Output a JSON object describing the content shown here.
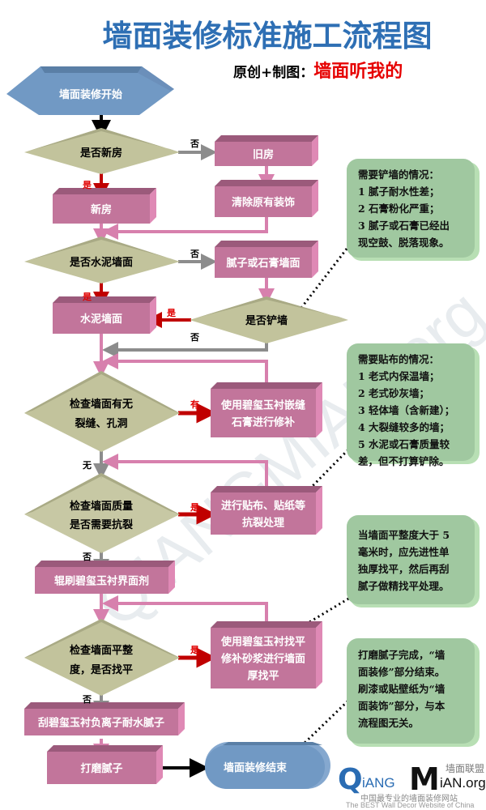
{
  "header": {
    "title": "墙面装修标准施工流程图",
    "credit_label": "原创+制图：",
    "credit_author": "墙面听我的"
  },
  "colors": {
    "process_box": "#c2759b",
    "process_top": "#9b5a7b",
    "process_side": "#df89b5",
    "decision": "#c2c39c",
    "terminal": "#7199c4",
    "note": "#a0c8a0",
    "yes_arrow": "#c00000",
    "no_arrow": "#8c8c8c",
    "title": "#2e6fb4",
    "author": "#e60000"
  },
  "nodes": {
    "start": "墙面装修开始",
    "d_new_house": "是否新房",
    "old_house": "旧房",
    "clear_decor": "清除原有装饰",
    "new_house": "新房",
    "d_cement": "是否水泥墙面",
    "putty_gypsum": "腻子或石膏墙面",
    "cement_wall": "水泥墙面",
    "d_shovel": "是否铲墙",
    "d_cracks_l1": "检查墙面有无",
    "d_cracks_l2": "裂缝、孔洞",
    "fill_cracks_l1": "使用碧玺玉衬嵌缝",
    "fill_cracks_l2": "石膏进行修补",
    "d_quality_l1": "检查墙面质量",
    "d_quality_l2": "是否需要抗裂",
    "anti_crack_l1": "进行贴布、贴纸等",
    "anti_crack_l2": "抗裂处理",
    "primer": "辊刷碧玺玉衬界面剂",
    "d_flat_l1": "检查墙面平整",
    "d_flat_l2": "度，是否找平",
    "level_l1": "使用碧玺玉衬找平",
    "level_l2": "修补砂浆进行墙面",
    "level_l3": "厚找平",
    "putty": "刮碧玺玉衬负离子耐水腻子",
    "sand": "打磨腻子",
    "end": "墙面装修结束"
  },
  "labels": {
    "yes": "是",
    "no": "否",
    "has": "有",
    "none": "无"
  },
  "notes": [
    {
      "text": "需要铲墙的情况：\n1 腻子耐水性差；\n2 石膏粉化严重；\n3 腻子或石膏已经出\n现空鼓、脱落现象。"
    },
    {
      "text": "需要贴布的情况：\n1 老式内保温墙；\n2 老式砂灰墙；\n3 轻体墙（含新建）；\n4 大裂缝较多的墙；\n5 水泥或石膏质量较\n差，但不打算铲除。"
    },
    {
      "text": "当墙面平整度大于 5\n毫米时，应先进性单\n独厚找平，然后再刮\n腻子做精找平处理。"
    },
    {
      "text": "打磨腻子完成，“墙\n面装修”部分结束。\n刷漆或贴壁纸为“墙\n面装饰”部分，与本\n流程图无关。"
    }
  ],
  "logo": {
    "q": "Q",
    "iang": "iANG",
    "m": "M",
    "ian": "iAN.org",
    "cn_name": "墙面联盟",
    "tagline_cn": "中国最专业的墙面装修网站",
    "tagline_en": "The BEST Wall Decor Website of China"
  },
  "watermark": "QIANGMIAN.org"
}
